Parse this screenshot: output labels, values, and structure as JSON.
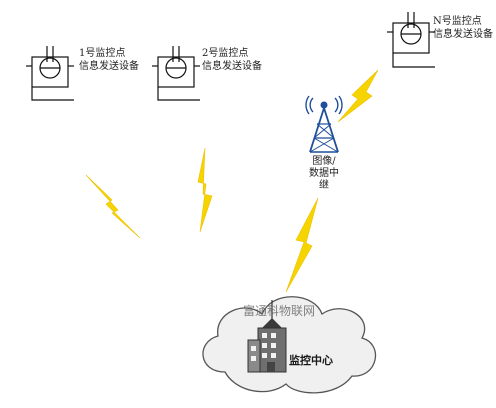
{
  "nodes": {
    "point1": {
      "line1": "1号监控点",
      "line2": "信息发送设备"
    },
    "point2": {
      "line1": "2号监控点",
      "line2": "信息发送设备"
    },
    "pointN": {
      "line1": "N号监控点",
      "line2": "信息发送设备"
    },
    "relay": {
      "line1": "图像/",
      "line2": "数据中",
      "line3": "继"
    },
    "center": {
      "label": "监控中心"
    }
  },
  "watermark": "富通科物联网",
  "colors": {
    "bolt": "#f5d400",
    "bolt_edge": "#f0c000",
    "cloud_fill": "#f0f0f0",
    "cloud_stroke": "#555555",
    "tower": "#1f4f9a"
  }
}
